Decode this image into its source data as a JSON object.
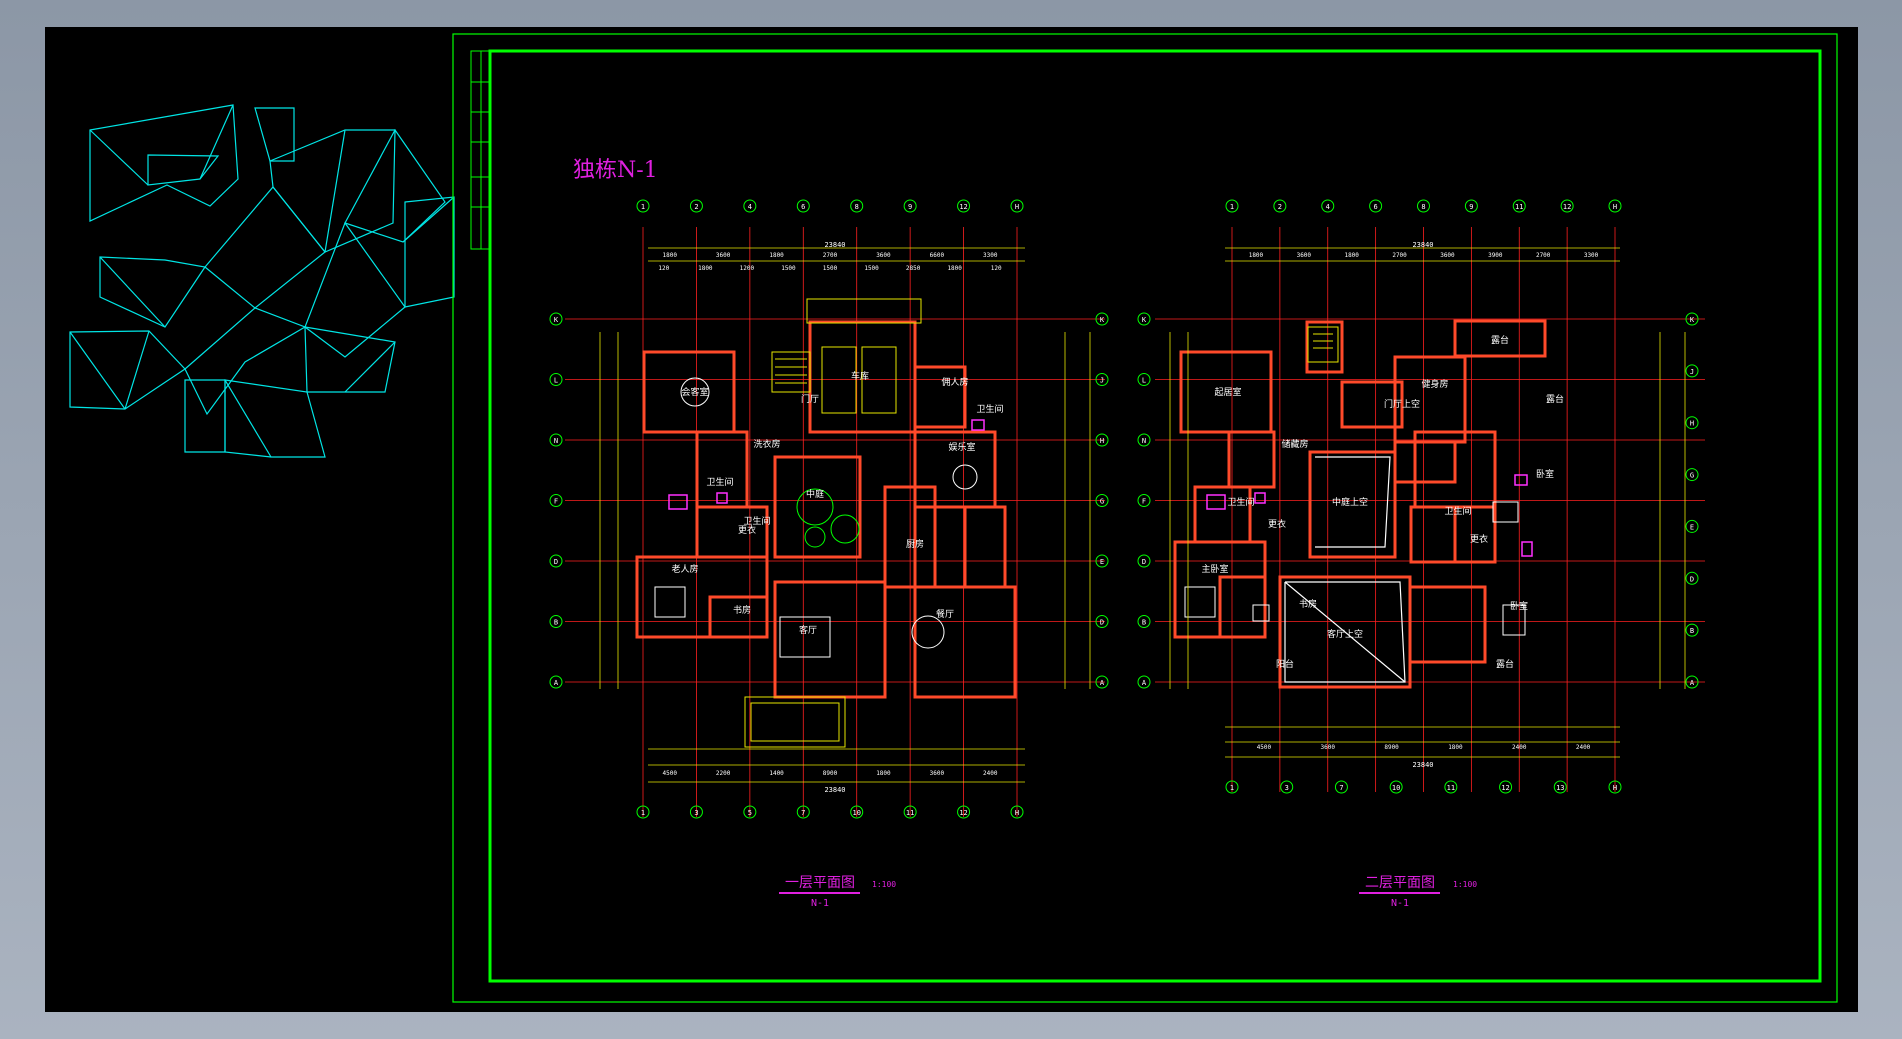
{
  "sheet": {
    "project_title": "独栋N-1",
    "colors": {
      "background": "#000000",
      "frame": "#00ff00",
      "roof": "#00e5e5",
      "axis": "#ff2020",
      "wall": "#ff4a2a",
      "dims": "#e6e600",
      "labels": "#ffffff",
      "title": "#e020e0",
      "fixtures": "#ff30ff"
    }
  },
  "floor1": {
    "title": "一层平面图",
    "scale": "1:100",
    "subtitle": "N-1",
    "total_dim": "23840",
    "top_axes": [
      "1",
      "2",
      "4",
      "6",
      "8",
      "9",
      "12",
      "H"
    ],
    "top_dims_row1": [
      "1800",
      "3600",
      "1800",
      "2700",
      "3600",
      "6600",
      "3300"
    ],
    "top_dims_row2": [
      "120",
      "1800",
      "1200",
      "1500",
      "1500",
      "1500",
      "2850",
      "1800",
      "120"
    ],
    "bottom_axes": [
      "1",
      "3",
      "5",
      "7",
      "10",
      "11",
      "12",
      "H"
    ],
    "bottom_dims_row1": [
      "4500",
      "2200",
      "1400",
      "8900",
      "1800",
      "3600",
      "2400"
    ],
    "left_axes": [
      "K",
      "L",
      "N",
      "F",
      "D",
      "B",
      "A"
    ],
    "right_axes": [
      "K",
      "J",
      "H",
      "G",
      "E",
      "D",
      "A"
    ],
    "rooms": [
      {
        "name": "会客室"
      },
      {
        "name": "洗衣房"
      },
      {
        "name": "门厅"
      },
      {
        "name": "车库"
      },
      {
        "name": "佣人房"
      },
      {
        "name": "卫生间"
      },
      {
        "name": "卫生间"
      },
      {
        "name": "中庭"
      },
      {
        "name": "娱乐室"
      },
      {
        "name": "卫生间"
      },
      {
        "name": "更衣"
      },
      {
        "name": "厨房"
      },
      {
        "name": "老人房"
      },
      {
        "name": "书房"
      },
      {
        "name": "客厅"
      },
      {
        "name": "餐厅"
      }
    ]
  },
  "floor2": {
    "title": "二层平面图",
    "scale": "1:100",
    "subtitle": "N-1",
    "total_dim": "23840",
    "top_axes": [
      "1",
      "2",
      "4",
      "6",
      "8",
      "9",
      "11",
      "12",
      "H"
    ],
    "top_dims_row1": [
      "1800",
      "3600",
      "1800",
      "2700",
      "3600",
      "3900",
      "2700",
      "3300"
    ],
    "bottom_axes": [
      "1",
      "3",
      "7",
      "10",
      "11",
      "12",
      "13",
      "H"
    ],
    "bottom_dims_row1": [
      "4500",
      "3600",
      "8900",
      "1800",
      "2400",
      "2400"
    ],
    "left_axes": [
      "K",
      "L",
      "N",
      "F",
      "D",
      "B",
      "A"
    ],
    "right_axes": [
      "K",
      "J",
      "H",
      "G",
      "E",
      "D",
      "B",
      "A"
    ],
    "rooms": [
      {
        "name": "露台"
      },
      {
        "name": "起居室"
      },
      {
        "name": "门厅上空"
      },
      {
        "name": "健身房"
      },
      {
        "name": "露台"
      },
      {
        "name": "储藏房"
      },
      {
        "name": "卫生间"
      },
      {
        "name": "更衣"
      },
      {
        "name": "中庭上空"
      },
      {
        "name": "卧室"
      },
      {
        "name": "卫生间"
      },
      {
        "name": "更衣"
      },
      {
        "name": "主卧室"
      },
      {
        "name": "书房"
      },
      {
        "name": "客厅上空"
      },
      {
        "name": "卧室"
      },
      {
        "name": "阳台"
      },
      {
        "name": "露台"
      }
    ]
  }
}
